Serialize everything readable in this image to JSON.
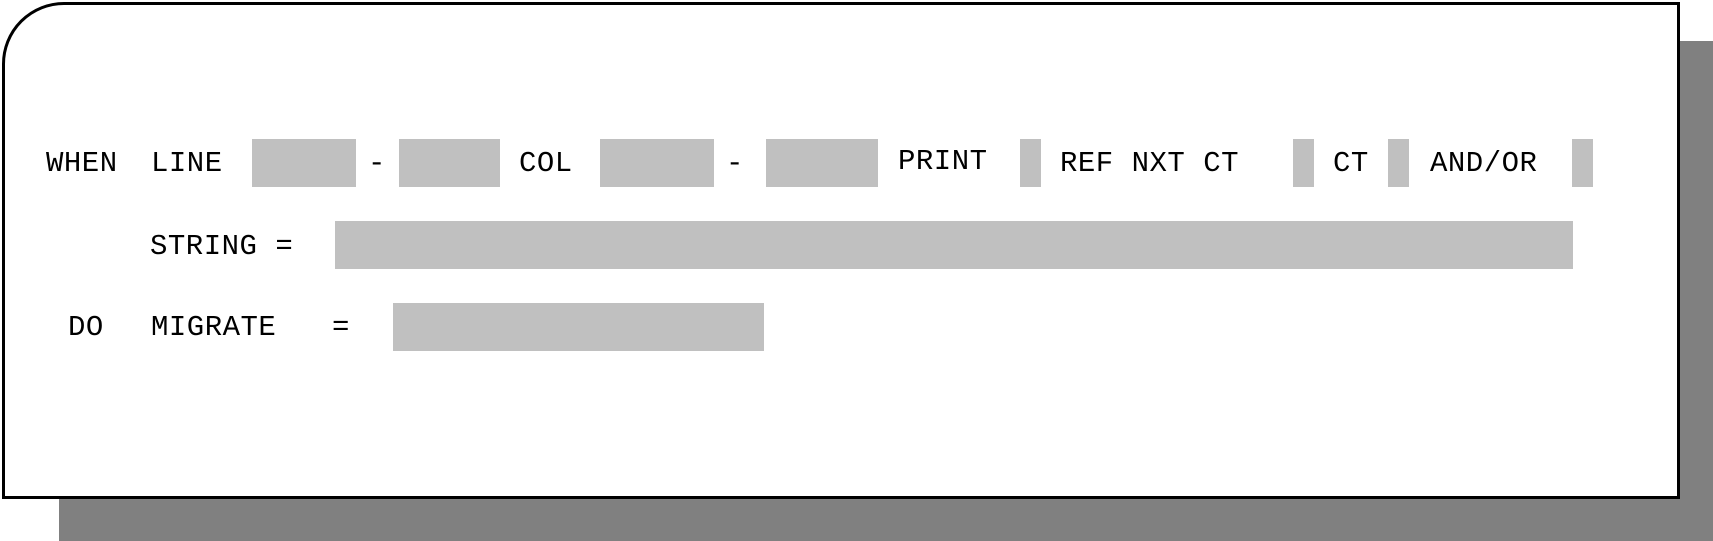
{
  "colors": {
    "field_fill": "#c0c0c0",
    "shadow": "#808080",
    "border": "#000000"
  },
  "row1": {
    "when_label": "WHEN",
    "line_label": "LINE",
    "line_from": "",
    "line_dash": "-",
    "line_to": "",
    "col_label": "COL",
    "col_from": "",
    "col_dash": "-",
    "col_to": "",
    "print_label": "PRINT",
    "print_value": "",
    "ref_nxt_ct_label": "REF NXT CT",
    "ref_nxt_ct_value": "",
    "ct_label": "CT",
    "ct_value": "",
    "and_or_label": "AND/OR",
    "and_or_value": ""
  },
  "row2": {
    "string_label": "STRING =",
    "string_value": ""
  },
  "row3": {
    "do_label": "DO",
    "migrate_label": "MIGRATE",
    "equals": "=",
    "migrate_value": ""
  }
}
